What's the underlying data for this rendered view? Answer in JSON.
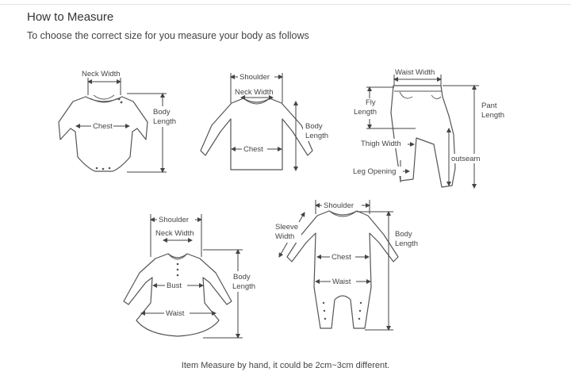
{
  "header": {
    "title": "How to Measure",
    "subtitle": "To choose the correct size for you measure your body as follows"
  },
  "labels": {
    "bodysuit": {
      "neck_width": "Neck Width",
      "chest": "Chest",
      "body": "Body",
      "length": "Length"
    },
    "shirt": {
      "shoulder": "Shoulder",
      "neck_width": "Neck Width",
      "chest": "Chest",
      "body": "Body",
      "length": "Length"
    },
    "pants": {
      "waist_width": "Waist Width",
      "fly": "Fly",
      "fly_length": "Length",
      "pant": "Pant",
      "pant_length": "Length",
      "thigh_width": "Thigh Width",
      "outseam": "outseam",
      "leg_opening": "Leg Opening"
    },
    "dress": {
      "shoulder": "Shoulder",
      "neck_width": "Neck Width",
      "bust": "Bust",
      "waist": "Waist",
      "body": "Body",
      "length": "Length"
    },
    "romper": {
      "shoulder": "Shoulder",
      "sleeve": "Sleeve",
      "sleeve_width": "Width",
      "chest": "Chest",
      "waist": "Waist",
      "body": "Body",
      "length": "Length"
    }
  },
  "footer": {
    "note": "Item Measure by hand, it could be 2cm~3cm different."
  }
}
